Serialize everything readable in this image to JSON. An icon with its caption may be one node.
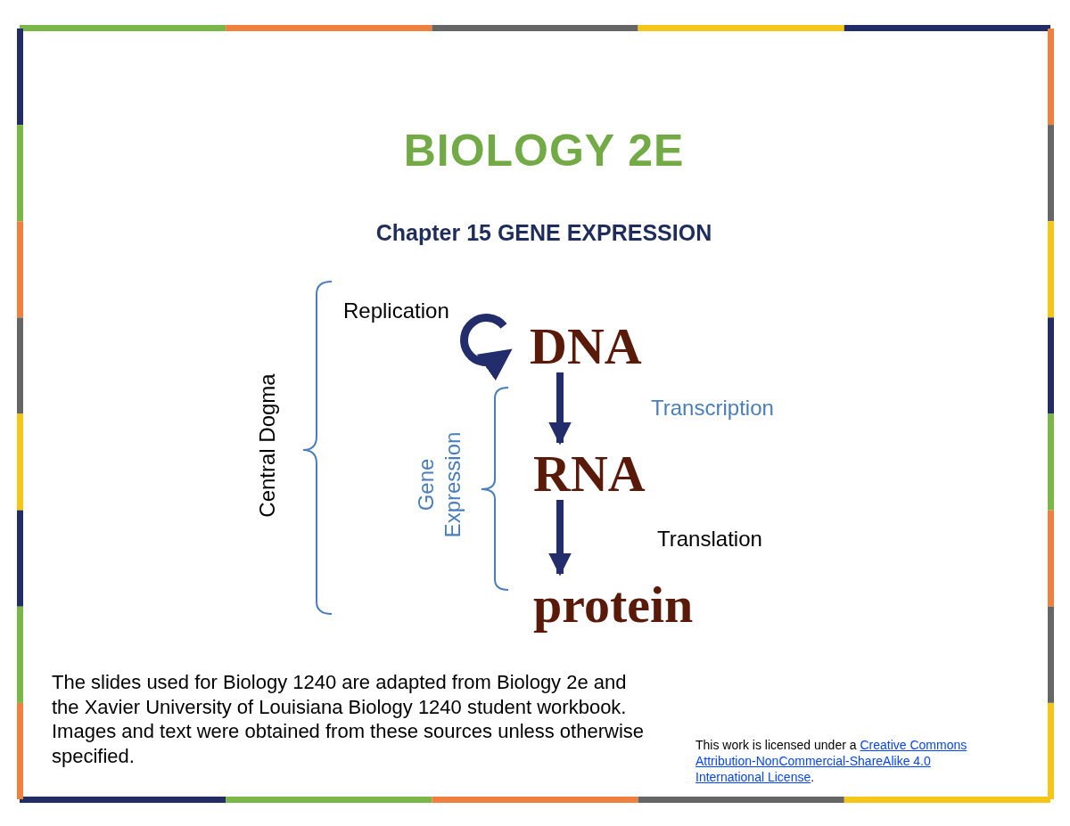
{
  "diagram": {
    "title": "BIOLOGY 2E",
    "nodes": [
      {
        "text": [
          "DNA"
        ]
      },
      {
        "text": [
          "RNA"
        ]
      },
      {
        "text": [
          "protein"
        ]
      }
    ],
    "edges": [
      {
        "from": 0,
        "to": 1,
        "arrow": "to"
      },
      {
        "from": 1,
        "to": 2,
        "arrow": "to"
      }
    ],
    "labels": [
      "Chapter 15 GENE EXPRESSION",
      "Replication",
      "Central Dogma",
      "Transcription",
      "Gene Expression",
      "Translation",
      "The slides used for Biology 1240 are adapted from Biology 2e and the Xavier University of Louisiana Biology 1240 student workbook.  Images and text were obtained from these sources unless otherwise specified.",
      "This work is licensed under a",
      "Creative Commons Attribution-NonCommercial-ShareAlike 4.0 International License",
      "."
    ]
  }
}
